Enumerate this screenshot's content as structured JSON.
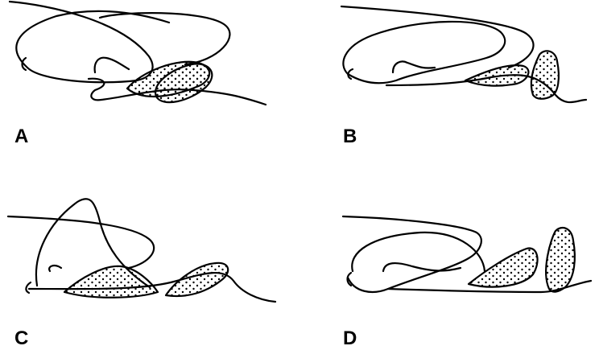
{
  "panels": [
    {
      "label": "A"
    },
    {
      "label": "B"
    },
    {
      "label": "C"
    },
    {
      "label": "D"
    }
  ],
  "colors": {
    "line": "#000000",
    "background": "#ffffff",
    "stipple": "#000000"
  }
}
